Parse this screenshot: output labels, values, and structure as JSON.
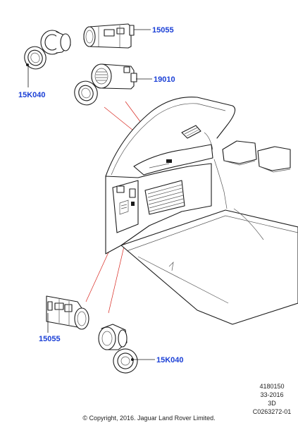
{
  "callouts": {
    "top_socket_part": "15055",
    "top_cap_part": "15K040",
    "lighter_part": "19010",
    "bottom_socket_part": "15055",
    "bottom_cap_part": "15K040"
  },
  "meta": {
    "diagram_id": "4180150",
    "date_code": "33-2016",
    "view": "3D",
    "image_ref": "C0263272-01"
  },
  "copyright": "© Copyright, 2016. Jaguar Land Rover Limited.",
  "colors": {
    "callout_text": "#1a3fd6",
    "leader_line": "#d8261e",
    "outline": "#1a1a1a"
  }
}
